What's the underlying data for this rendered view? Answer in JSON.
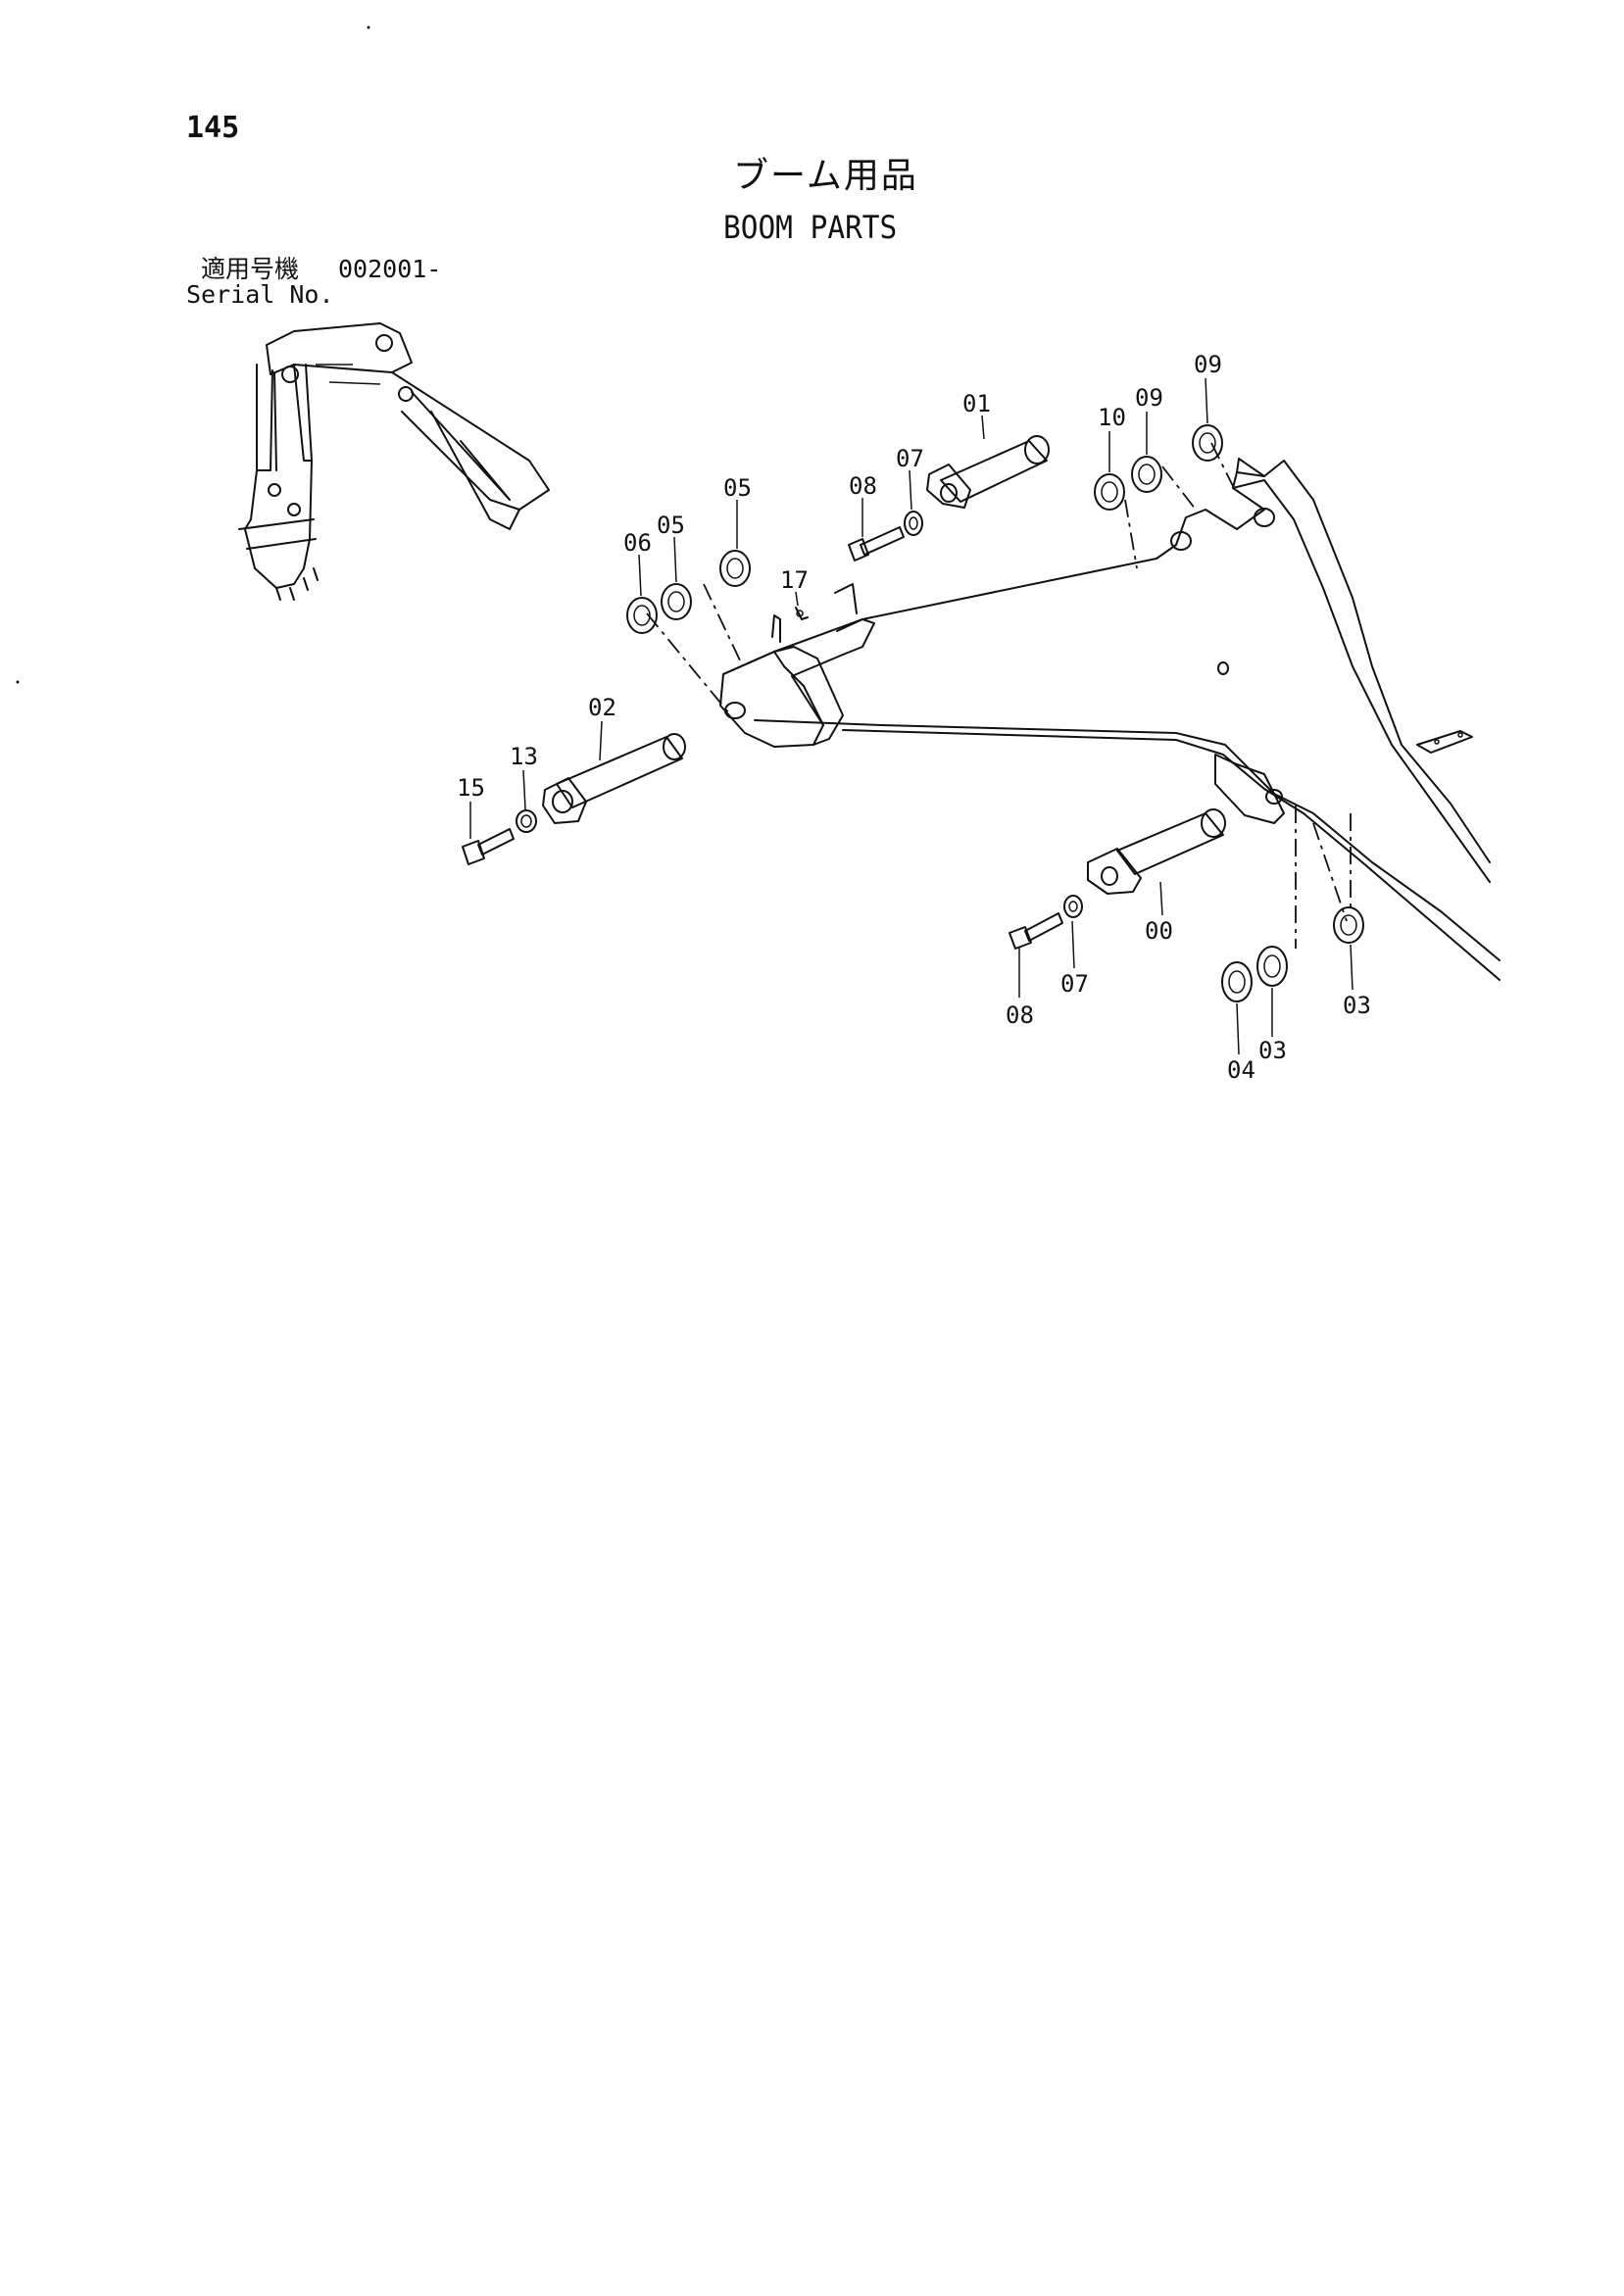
{
  "page": {
    "number": "145",
    "title_jp": "ブーム用品",
    "title_en": "BOOM PARTS",
    "serial_label_jp": "適用号機",
    "serial_value": "002001-",
    "serial_label_en": "Serial No."
  },
  "callouts": {
    "c01": "01",
    "c02": "02",
    "c00": "00",
    "c03a": "03",
    "c03b": "03",
    "c04": "04",
    "c05a": "05",
    "c05b": "05",
    "c06": "06",
    "c07a": "07",
    "c07b": "07",
    "c08a": "08",
    "c08b": "08",
    "c09a": "09",
    "c09b": "09",
    "c10": "10",
    "c13": "13",
    "c15": "15",
    "c17": "17"
  }
}
